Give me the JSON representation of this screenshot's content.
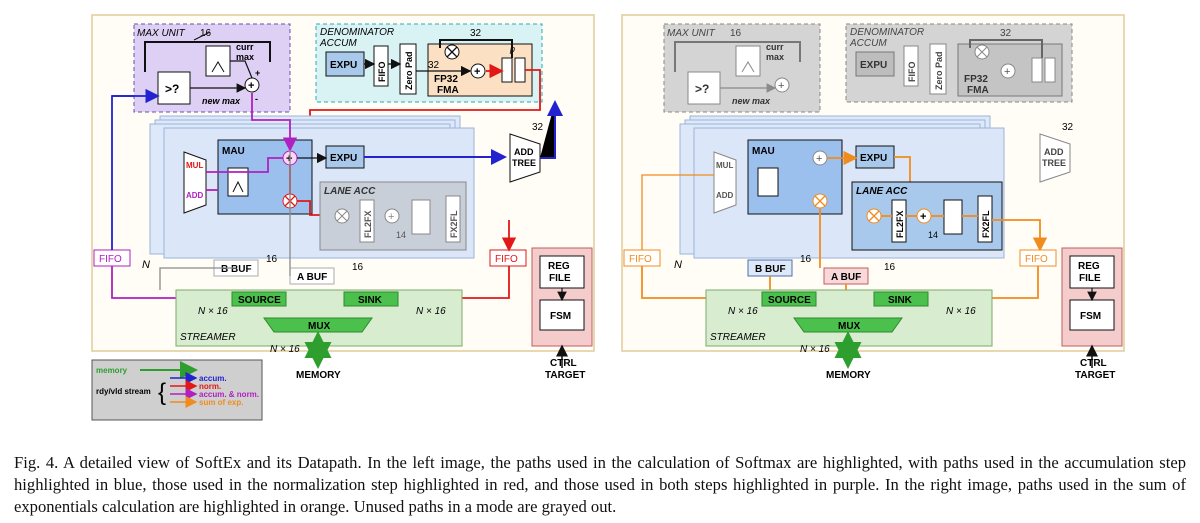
{
  "left": {
    "max_unit": "MAX UNIT",
    "w16": "16",
    "curr_max": [
      "curr",
      "max"
    ],
    "cmp": ">?",
    "new_max": "new max",
    "plus": "+",
    "minus": "-",
    "den_accum": [
      "DENOMINATOR",
      "ACCUM"
    ],
    "w32": "32",
    "expu": "EXPU",
    "fifo": "FIFO",
    "zero_pad": "Zero Pad",
    "fp32_fma": [
      "FP32",
      "FMA"
    ],
    "p": "p",
    "mau": "MAU",
    "mul": "MUL",
    "add": "ADD",
    "lane_acc": "LANE ACC",
    "fl2fx": "FL2FX",
    "fx2fl": "FX2FL",
    "w14": "14",
    "add_tree": [
      "ADD",
      "TREE"
    ],
    "n": "N",
    "b_buf": "B BUF",
    "a_buf": "A BUF",
    "reg_file": [
      "REG",
      "FILE"
    ],
    "fsm": "FSM",
    "source": "SOURCE",
    "sink": "SINK",
    "n16": "N × 16",
    "streamer": "STREAMER",
    "mux": "MUX",
    "memory": "MEMORY",
    "ctrl_target": [
      "CTRL",
      "TARGET"
    ]
  },
  "legend": {
    "memory": "memory",
    "stream": "rdy/vld stream",
    "accum": "accum.",
    "norm": "norm.",
    "accum_norm": "accum. & norm.",
    "sum_exp": "sum of exp."
  },
  "colors": {
    "accum": "#2222d0",
    "norm": "#e01818",
    "accum_norm": "#b020c0",
    "sum_exp": "#f08c1e",
    "memory": "#2e9e2e",
    "unused": "#8a8a8a"
  },
  "caption": "Fig. 4.  A detailed view of SoftEx and its Datapath. In the left image, the paths used in the calculation of Softmax are highlighted, with paths used in the accumulation step highlighted in blue, those used in the normalization step highlighted in red, and those used in both steps highlighted in purple. In the right image, paths used in the sum of exponentials calculation are highlighted in orange. Unused paths in a mode are grayed out."
}
